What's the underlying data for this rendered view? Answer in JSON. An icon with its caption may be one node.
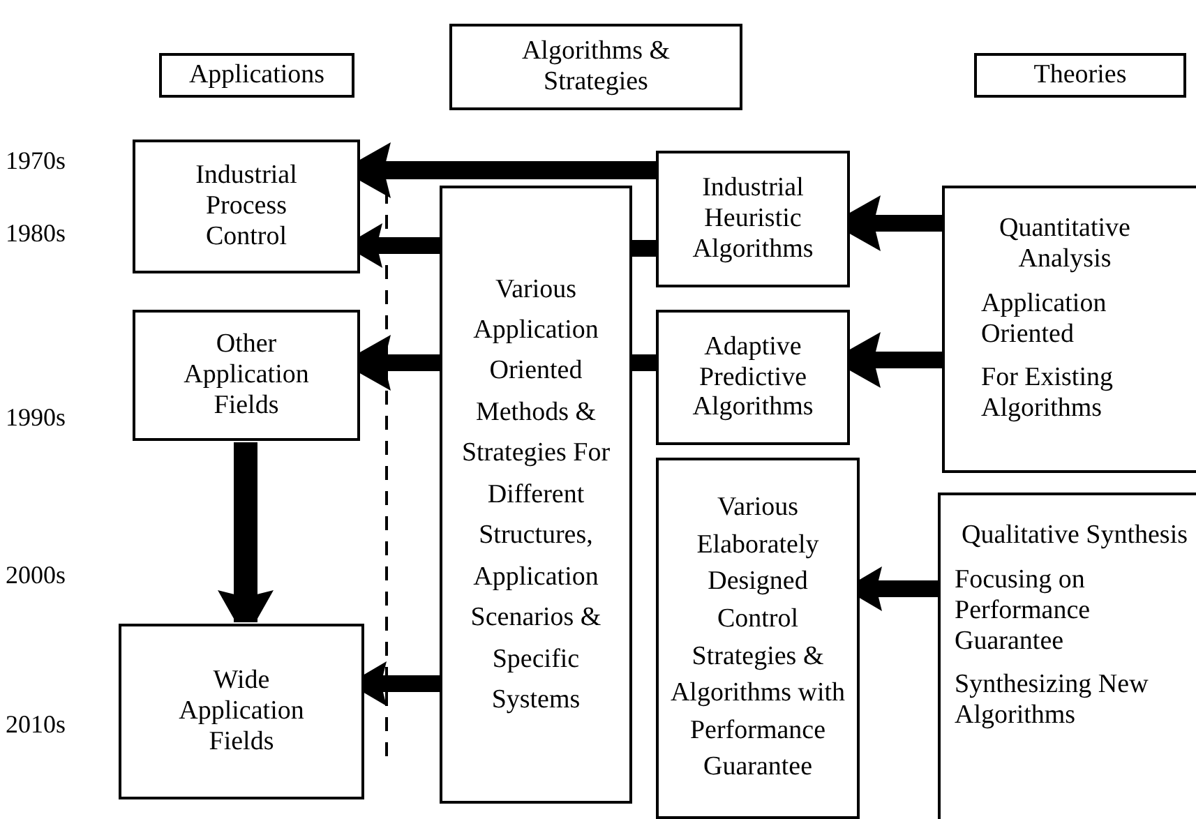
{
  "diagram": {
    "nodes": [
      {
        "text": [
          "Applications"
        ]
      },
      {
        "text": [
          "Algorithms & Strategies"
        ]
      },
      {
        "text": [
          "Theories"
        ]
      },
      {
        "text": [
          "Industrial Process Control"
        ]
      },
      {
        "text": [
          "Other Application Fields"
        ]
      },
      {
        "text": [
          "Wide Application Fields"
        ]
      },
      {
        "text": [
          "Various Application Oriented Methods & Strategies For Different Structures, Application Scenarios & Specific Systems"
        ]
      },
      {
        "text": [
          "Industrial Heuristic Algorithms"
        ]
      },
      {
        "text": [
          "Adaptive Predictive Algorithms"
        ]
      },
      {
        "text": [
          "Various Elaborately Designed Control Strategies & Algorithms with Performance Guarantee"
        ]
      },
      {
        "text": [
          "Quantitative Analysis",
          "Application Oriented",
          "For Existing Algorithms"
        ]
      },
      {
        "text": [
          "Qualitative Synthesis",
          "Focusing on Performance Guarantee",
          "Synthesizing New Algorithms"
        ]
      }
    ],
    "edges": [
      {
        "from": 7,
        "to": 3,
        "arrow": "to"
      },
      {
        "from": 6,
        "to": 3,
        "arrow": "to"
      },
      {
        "from": 7,
        "to": 6,
        "arrow": "none"
      },
      {
        "from": 6,
        "to": 4,
        "arrow": "to"
      },
      {
        "from": 8,
        "to": 6,
        "arrow": "none"
      },
      {
        "from": 4,
        "to": 5,
        "arrow": "to"
      },
      {
        "from": 6,
        "to": 5,
        "arrow": "to"
      },
      {
        "from": 10,
        "to": 7,
        "arrow": "to"
      },
      {
        "from": 10,
        "to": 8,
        "arrow": "to"
      },
      {
        "from": 11,
        "to": 9,
        "arrow": "to"
      }
    ],
    "labels": [
      "1970s",
      "1980s",
      "1990s",
      "2000s",
      "2010s"
    ]
  }
}
